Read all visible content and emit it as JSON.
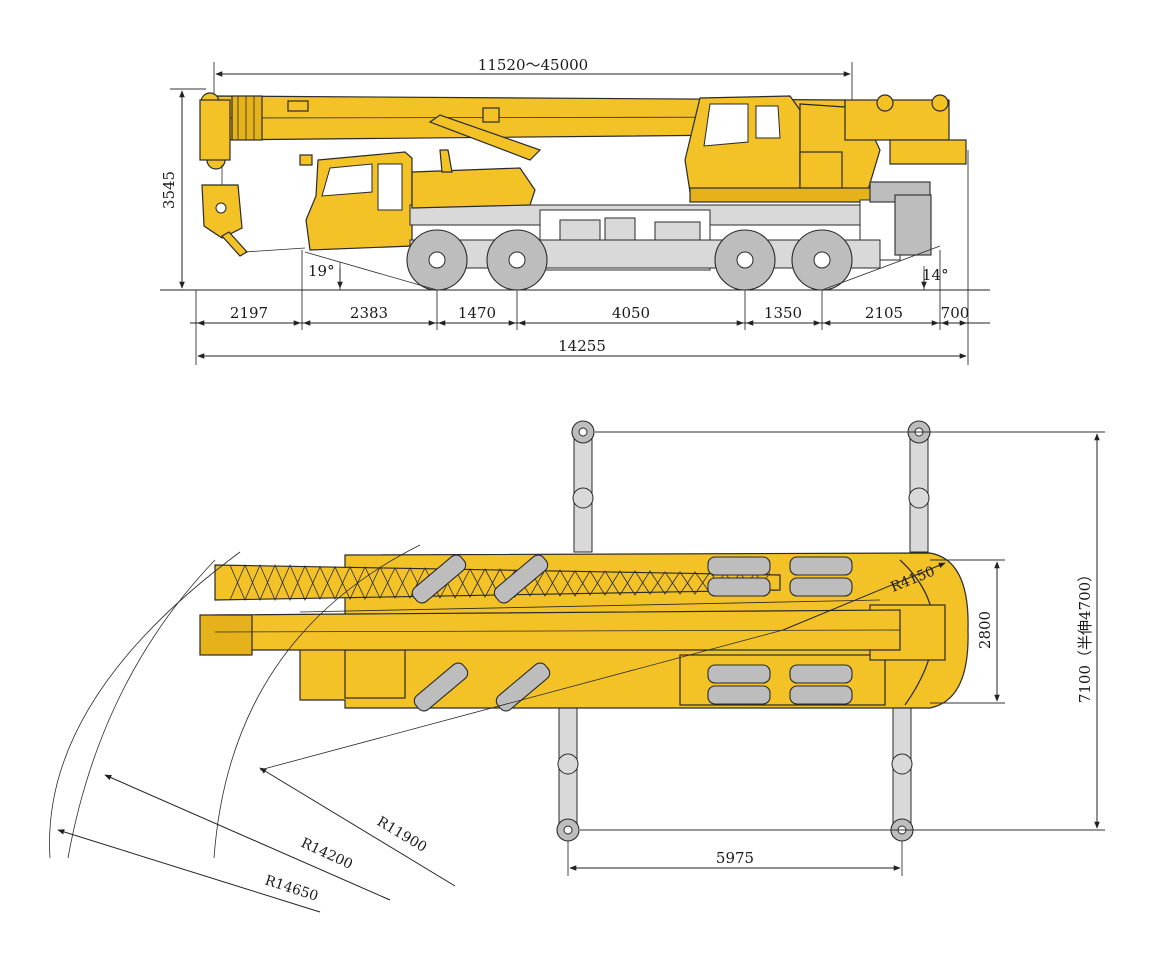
{
  "side_view": {
    "boom_length_label": "11520～45000",
    "height_label": "3545",
    "approach_angle_label": "19°",
    "departure_angle_label": "14°",
    "segments": [
      "2197",
      "2383",
      "1470",
      "4050",
      "1350",
      "2105",
      "700"
    ],
    "total_length_label": "14255"
  },
  "top_view": {
    "outrigger_width_label": "7100（半伸4700）",
    "body_width_label": "2800",
    "tail_radius_label": "R4150",
    "outrigger_span_label": "5975",
    "radii_labels": [
      "R11900",
      "R14200",
      "R14650"
    ]
  },
  "colors": {
    "crane_yellow": "#F2C227",
    "tire_grey": "#BDBDBD",
    "line": "#222222"
  }
}
